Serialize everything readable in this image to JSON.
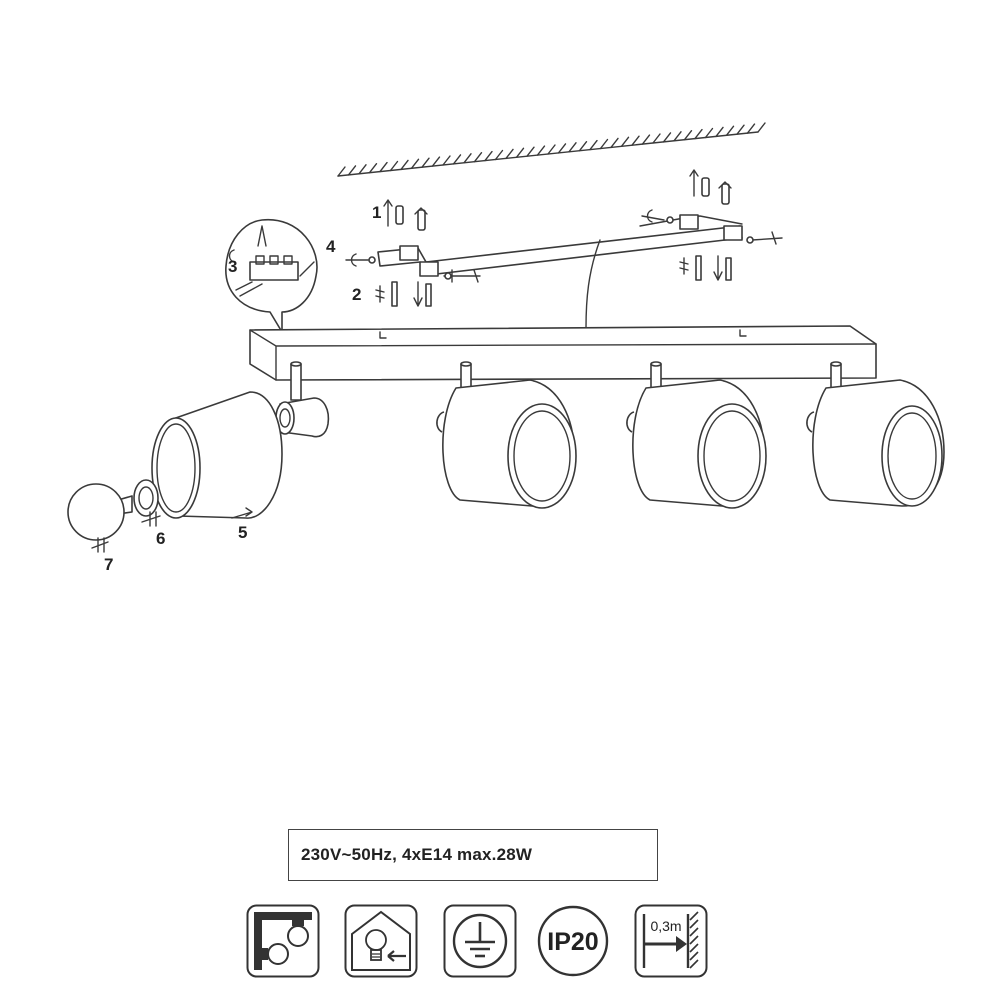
{
  "labels": {
    "step1": "1",
    "step2": "2",
    "step3": "3",
    "step4": "4",
    "step5": "5",
    "step6": "6",
    "step7": "7"
  },
  "spec": {
    "text": "230V~50Hz, 4xE14  max.28W"
  },
  "icons": {
    "ip_rating": "IP20",
    "distance": "0,3m",
    "names": [
      "ceiling-wall-mount-icon",
      "indoor-use-icon",
      "protective-earth-icon",
      "ip20-icon",
      "min-distance-icon"
    ]
  }
}
